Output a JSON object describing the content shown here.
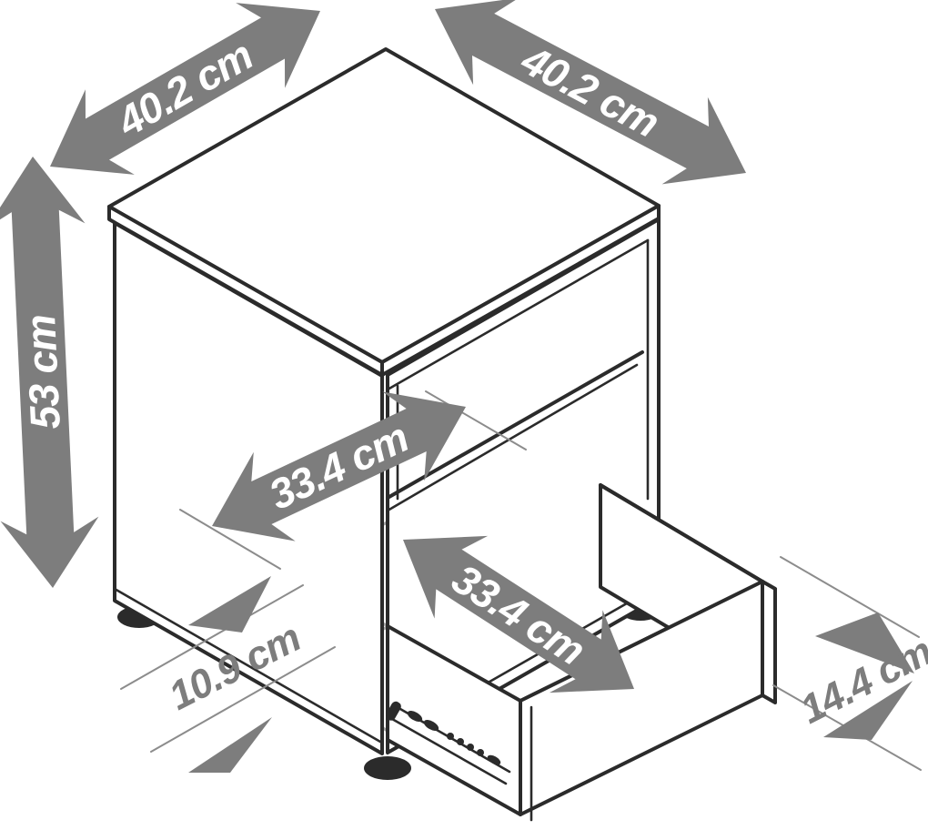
{
  "diagram": {
    "type": "furniture-dimension-diagram",
    "subject": "nightstand-with-open-drawer",
    "unit": "cm",
    "colors": {
      "background": "#ffffff",
      "outline": "#2b2b2b",
      "hidden_lines": "#a9a9a9",
      "arrows": "#7d7d7d",
      "arrow_text": "#ffffff"
    },
    "dimensions": {
      "top_width": {
        "label": "40.2 cm"
      },
      "top_depth": {
        "label": "40.2 cm"
      },
      "height": {
        "label": "53 cm"
      },
      "inner_depth": {
        "label": "33.4 cm"
      },
      "drawer_inner_width": {
        "label": "33.4 cm"
      },
      "bottom_clearance": {
        "label": "10.9 cm"
      },
      "drawer_front_height": {
        "label": "14.4 cm"
      }
    }
  }
}
